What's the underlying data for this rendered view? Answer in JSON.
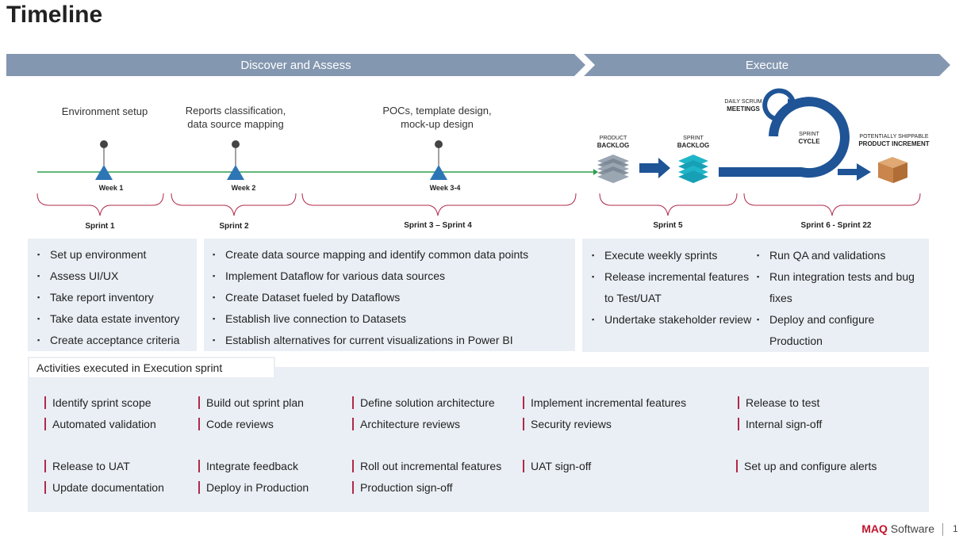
{
  "title": "Timeline",
  "phases": [
    "Discover and Assess",
    "Execute"
  ],
  "milestones": [
    {
      "label": "Environment setup",
      "week": "Week 1"
    },
    {
      "label": "Reports classification,\ndata source mapping",
      "week": "Week 2"
    },
    {
      "label": "POCs, template design,\nmock-up design",
      "week": "Week 3-4"
    }
  ],
  "scrum": {
    "product_backlog_top": "PRODUCT",
    "product_backlog_bottom": "BACKLOG",
    "sprint_backlog_top": "SPRINT",
    "sprint_backlog_bottom": "BACKLOG",
    "daily_top": "DAILY SCRUM",
    "daily_bottom": "MEETINGS",
    "cycle_top": "SPRINT",
    "cycle_bottom": "CYCLE",
    "increment_top": "POTENTIALLY SHIPPABLE",
    "increment_bottom": "PRODUCT INCREMENT"
  },
  "sprints": [
    "Sprint 1",
    "Sprint 2",
    "Sprint 3 – Sprint 4",
    "Sprint 5",
    "Sprint 6 - Sprint 22"
  ],
  "box1": [
    "Set up environment",
    "Assess UI/UX",
    "Take report inventory",
    "Take data estate inventory",
    "Create acceptance criteria"
  ],
  "box2": [
    "Create data source mapping and identify common data points",
    "Implement Dataflow for various data sources",
    "Create Dataset fueled by Dataflows",
    "Establish live connection to Datasets",
    "Establish alternatives for current visualizations in Power BI"
  ],
  "box3": [
    "Execute weekly sprints",
    "Release incremental features to Test/UAT",
    "Undertake stakeholder review"
  ],
  "box4": [
    "Run QA and validations",
    "Run integration tests and bug fixes",
    "Deploy and configure Production"
  ],
  "activities_header": "Activities executed in Execution sprint",
  "activities": [
    [
      "Identify sprint scope",
      "Build out sprint plan",
      "Define solution architecture",
      "Implement incremental features",
      "Release to test"
    ],
    [
      "Automated validation",
      "Code reviews",
      "Architecture reviews",
      "Security reviews",
      "Internal sign-off"
    ],
    [
      "Release to UAT",
      "Integrate feedback",
      "Roll out incremental features",
      "UAT sign-off",
      "Set up and configure alerts"
    ],
    [
      "Update documentation",
      "Deploy in Production",
      "Production sign-off"
    ]
  ],
  "footer": {
    "brand_bold": "MAQ",
    "brand_rest": " Software",
    "page": "1"
  },
  "colors": {
    "banner": "#8497b0",
    "box": "#eaeff5",
    "accent": "#b0294a",
    "timeline": "#2e9e4f",
    "marker": "#2e75b6",
    "scrum_blue": "#1f5496",
    "scrum_teal": "#1fb5c9"
  }
}
